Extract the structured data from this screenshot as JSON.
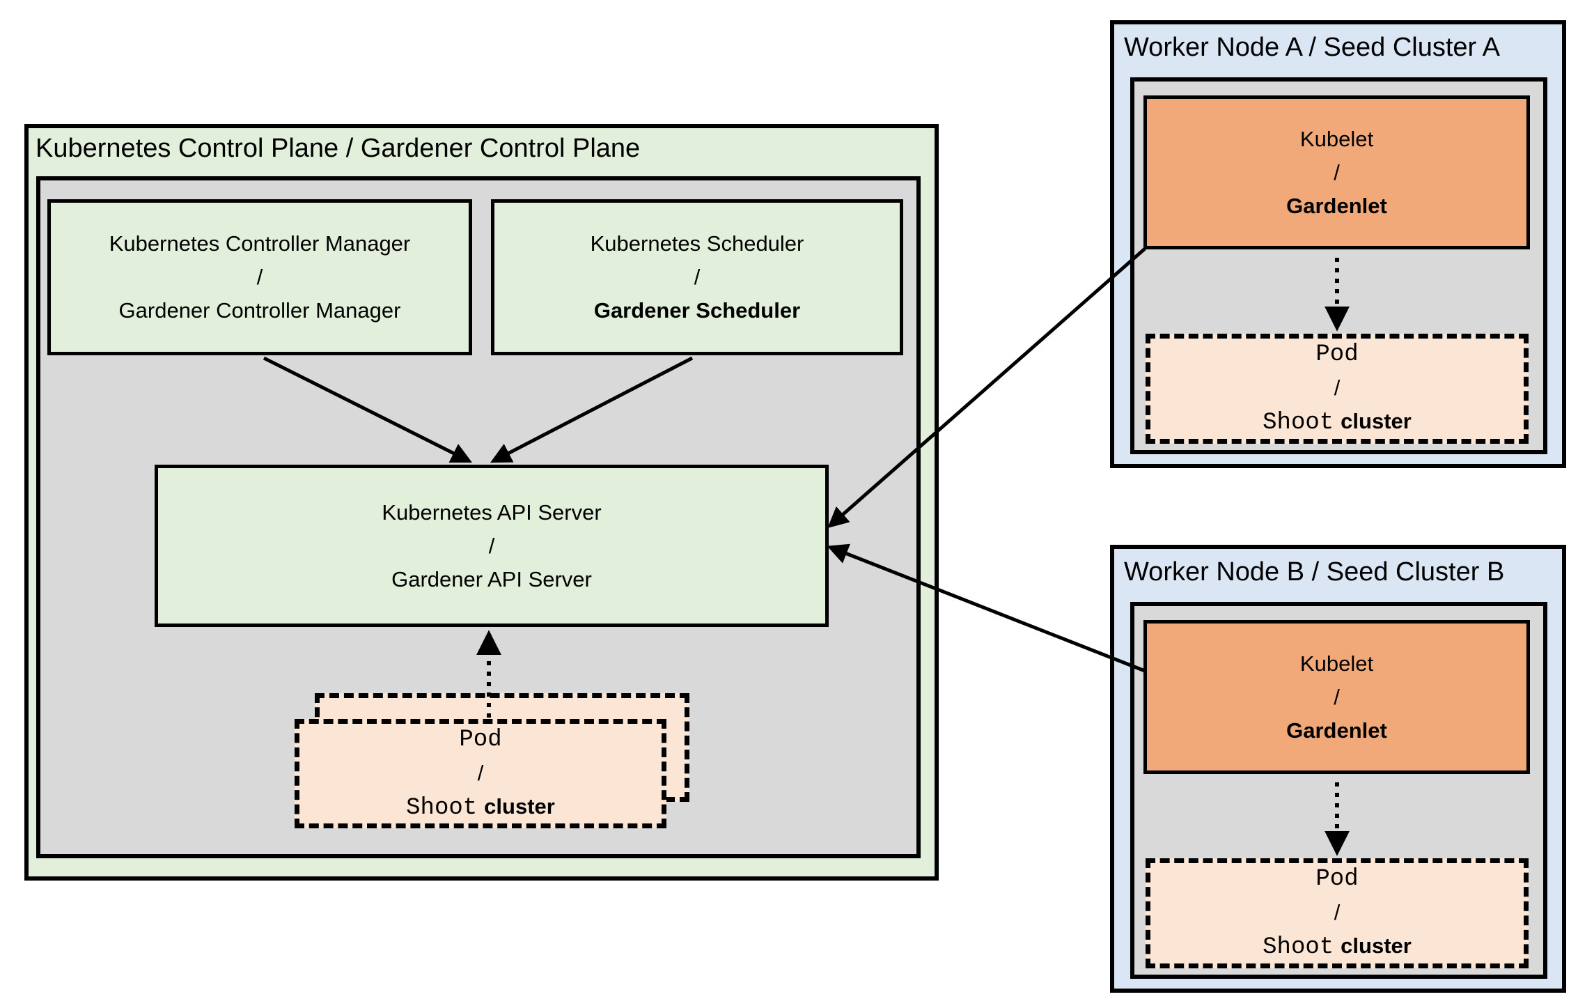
{
  "colors": {
    "green": "#e2efda",
    "gray": "#d9d9d9",
    "blue": "#dbe6f4",
    "orange": "#f2a97a",
    "peach": "#fbe5d4",
    "line": "#000000"
  },
  "control_plane": {
    "title": "Kubernetes Control Plane / Gardener Control Plane",
    "controller_manager": {
      "line1": "Kubernetes Controller Manager",
      "line2": "/",
      "line3": "Gardener Controller Manager"
    },
    "scheduler": {
      "line1": "Kubernetes Scheduler",
      "line2": "/",
      "line3": "Gardener Scheduler"
    },
    "api_server": {
      "line1": "Kubernetes API Server",
      "line2": "/",
      "line3": "Gardener API Server"
    },
    "pod_stack": {
      "line1": "Pod",
      "line2": "/",
      "line3_code": "Shoot",
      "line3_text": "cluster"
    }
  },
  "workers": [
    {
      "title": "Worker Node A / Seed Cluster A",
      "kubelet": {
        "line1": "Kubelet",
        "line2": "/",
        "line3": "Gardenlet"
      },
      "pod": {
        "line1": "Pod",
        "line2": "/",
        "line3_code": "Shoot",
        "line3_text": "cluster"
      }
    },
    {
      "title": "Worker Node B / Seed Cluster B",
      "kubelet": {
        "line1": "Kubelet",
        "line2": "/",
        "line3": "Gardenlet"
      },
      "pod": {
        "line1": "Pod",
        "line2": "/",
        "line3_code": "Shoot",
        "line3_text": "cluster"
      }
    }
  ]
}
